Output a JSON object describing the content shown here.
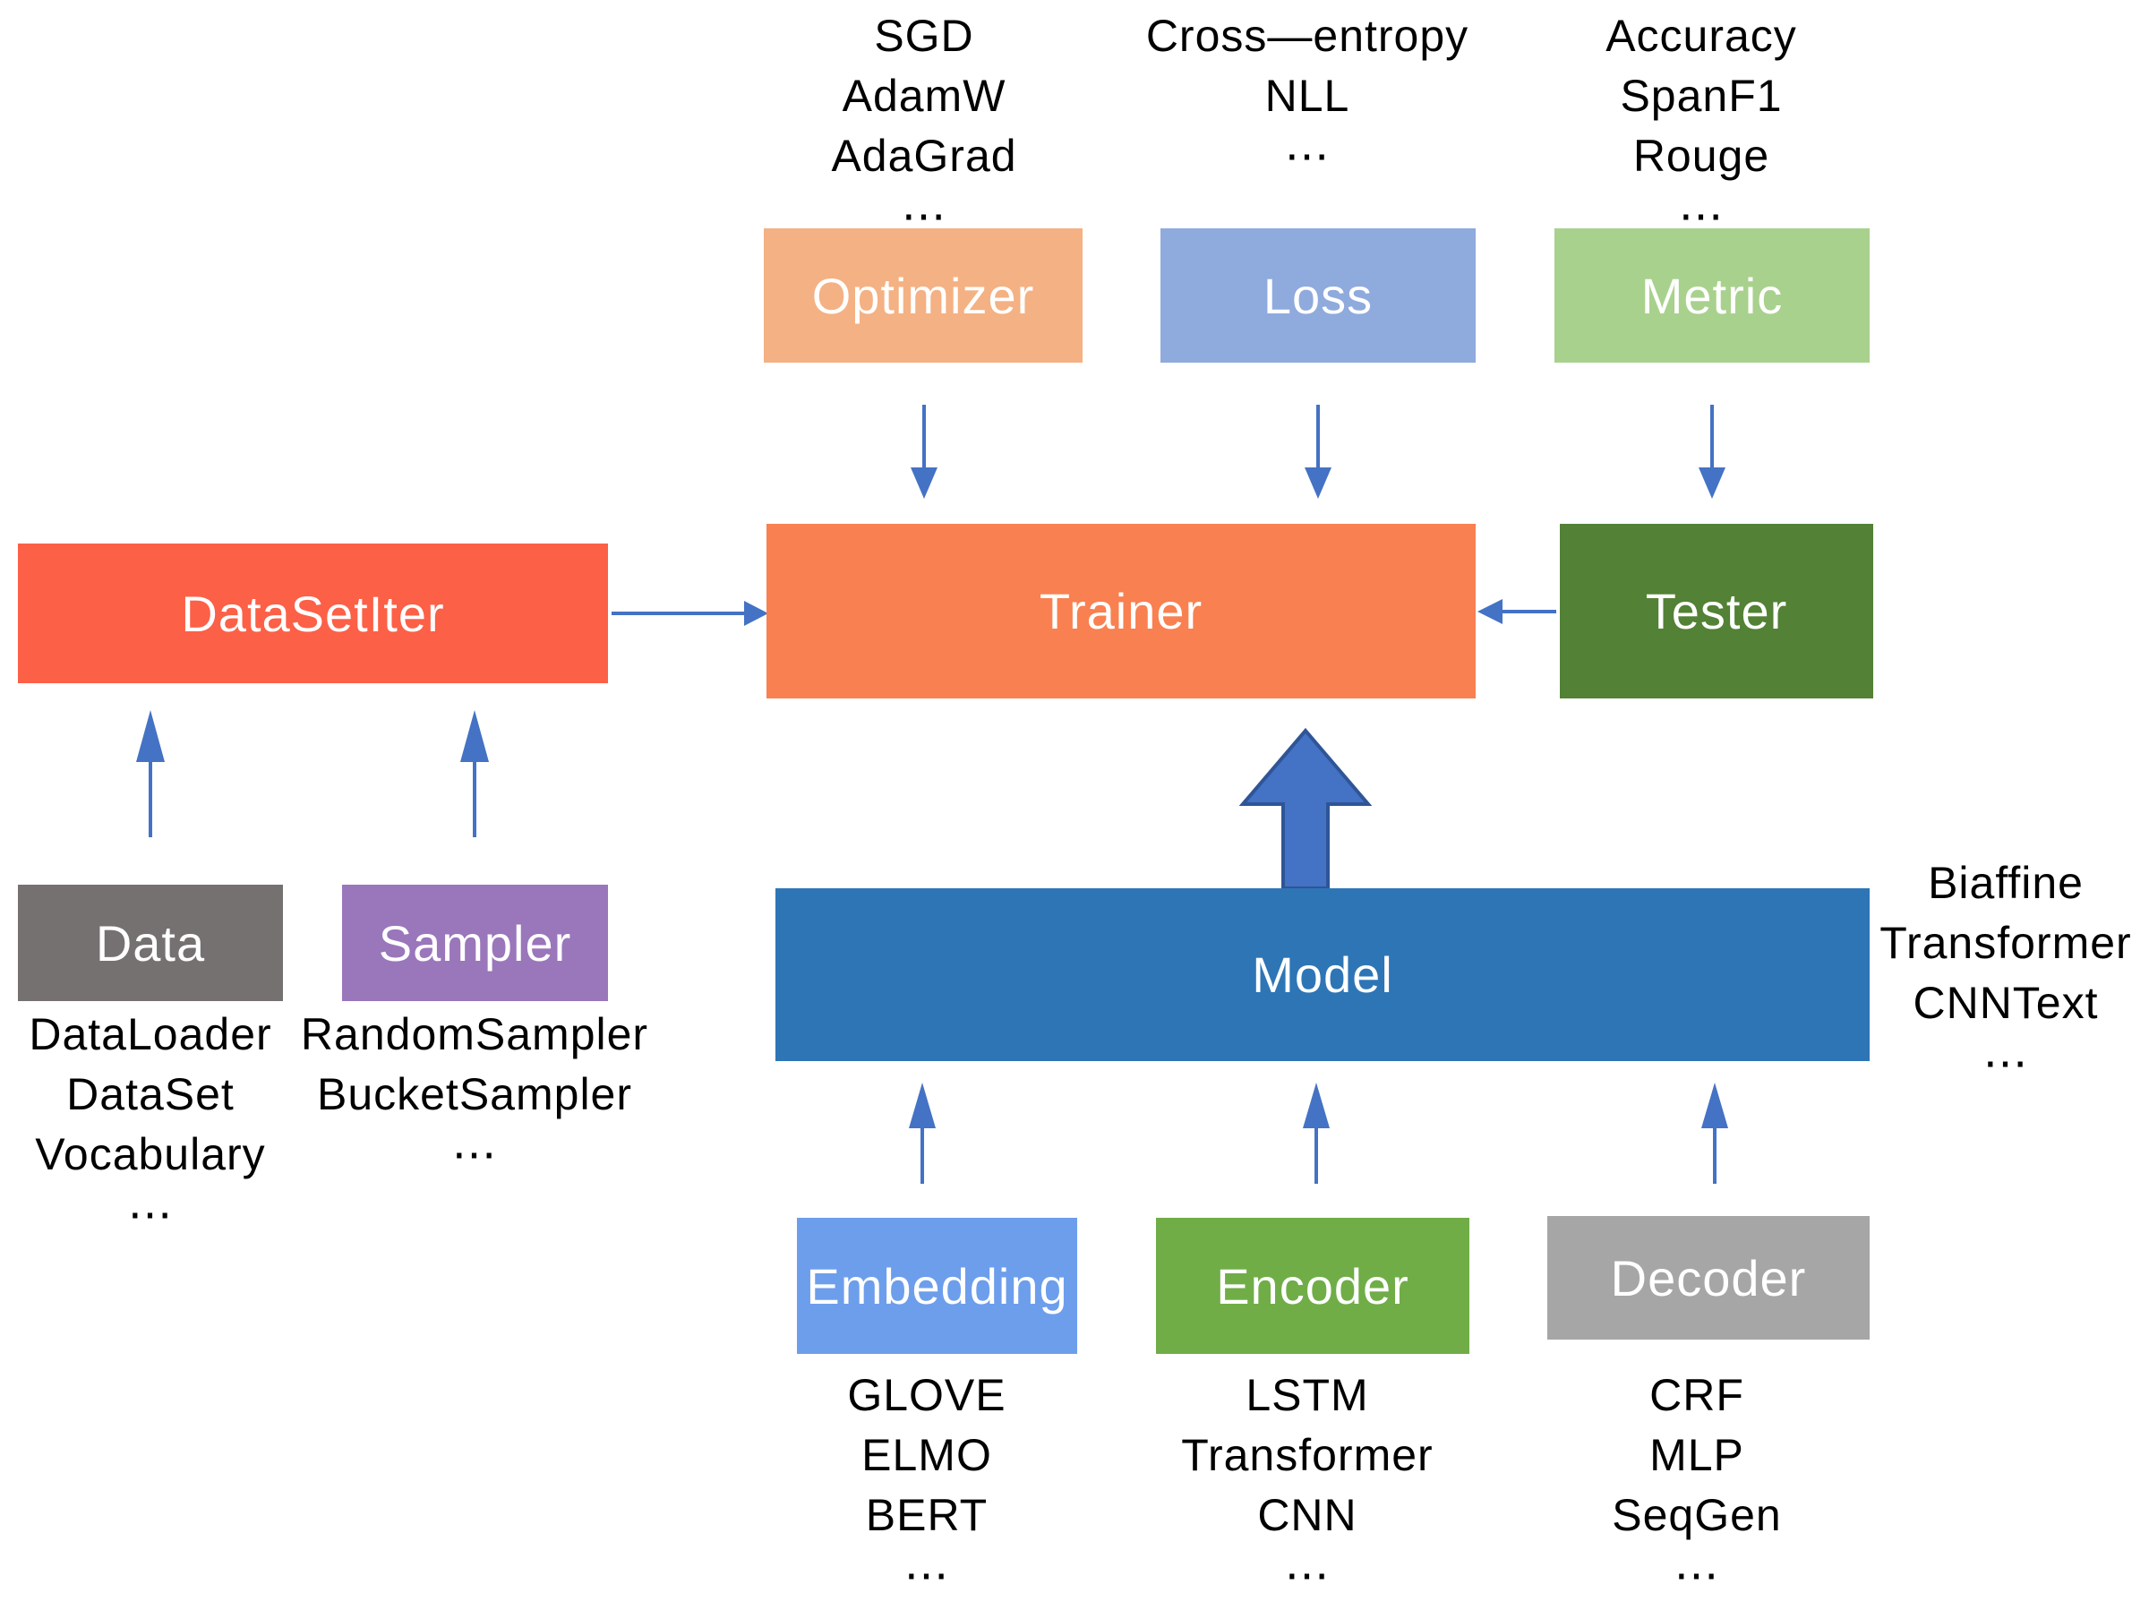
{
  "diagram": {
    "title": "fastNLP architecture diagram",
    "arrow_color": "#4472C4",
    "block_arrow_border_color": "#2F5597",
    "text_color": "#000000",
    "boxes": {
      "optimizer": {
        "label": "Optimizer",
        "color": "#F4B183"
      },
      "loss": {
        "label": "Loss",
        "color": "#8FAADC"
      },
      "metric": {
        "label": "Metric",
        "color": "#A9D18E"
      },
      "datasetiter": {
        "label": "DataSetIter",
        "color": "#FC6047"
      },
      "trainer": {
        "label": "Trainer",
        "color": "#F98050"
      },
      "tester": {
        "label": "Tester",
        "color": "#538135"
      },
      "data": {
        "label": "Data",
        "color": "#767171"
      },
      "sampler": {
        "label": "Sampler",
        "color": "#9A76BB"
      },
      "model": {
        "label": "Model",
        "color": "#2E75B6"
      },
      "embedding": {
        "label": "Embedding",
        "color": "#6D9EEB"
      },
      "encoder": {
        "label": "Encoder",
        "color": "#70AD47"
      },
      "decoder": {
        "label": "Decoder",
        "color": "#A6A6A6"
      }
    },
    "lists": {
      "optimizer": [
        "SGD",
        "AdamW",
        "AdaGrad",
        "⋯"
      ],
      "loss": [
        "Cross—entropy",
        "NLL",
        "⋯"
      ],
      "metric": [
        "Accuracy",
        "SpanF1",
        "Rouge",
        "⋯"
      ],
      "data": [
        "DataLoader",
        "DataSet",
        "Vocabulary",
        "⋯"
      ],
      "sampler": [
        "RandomSampler",
        "BucketSampler",
        "⋯"
      ],
      "model": [
        "Biaffine",
        "Transformer",
        "CNNText",
        "⋯"
      ],
      "embedding": [
        "GLOVE",
        "ELMO",
        "BERT",
        "⋯"
      ],
      "encoder": [
        "LSTM",
        "Transformer",
        "CNN",
        "⋯"
      ],
      "decoder": [
        "CRF",
        "MLP",
        "SeqGen",
        "⋯"
      ]
    }
  }
}
